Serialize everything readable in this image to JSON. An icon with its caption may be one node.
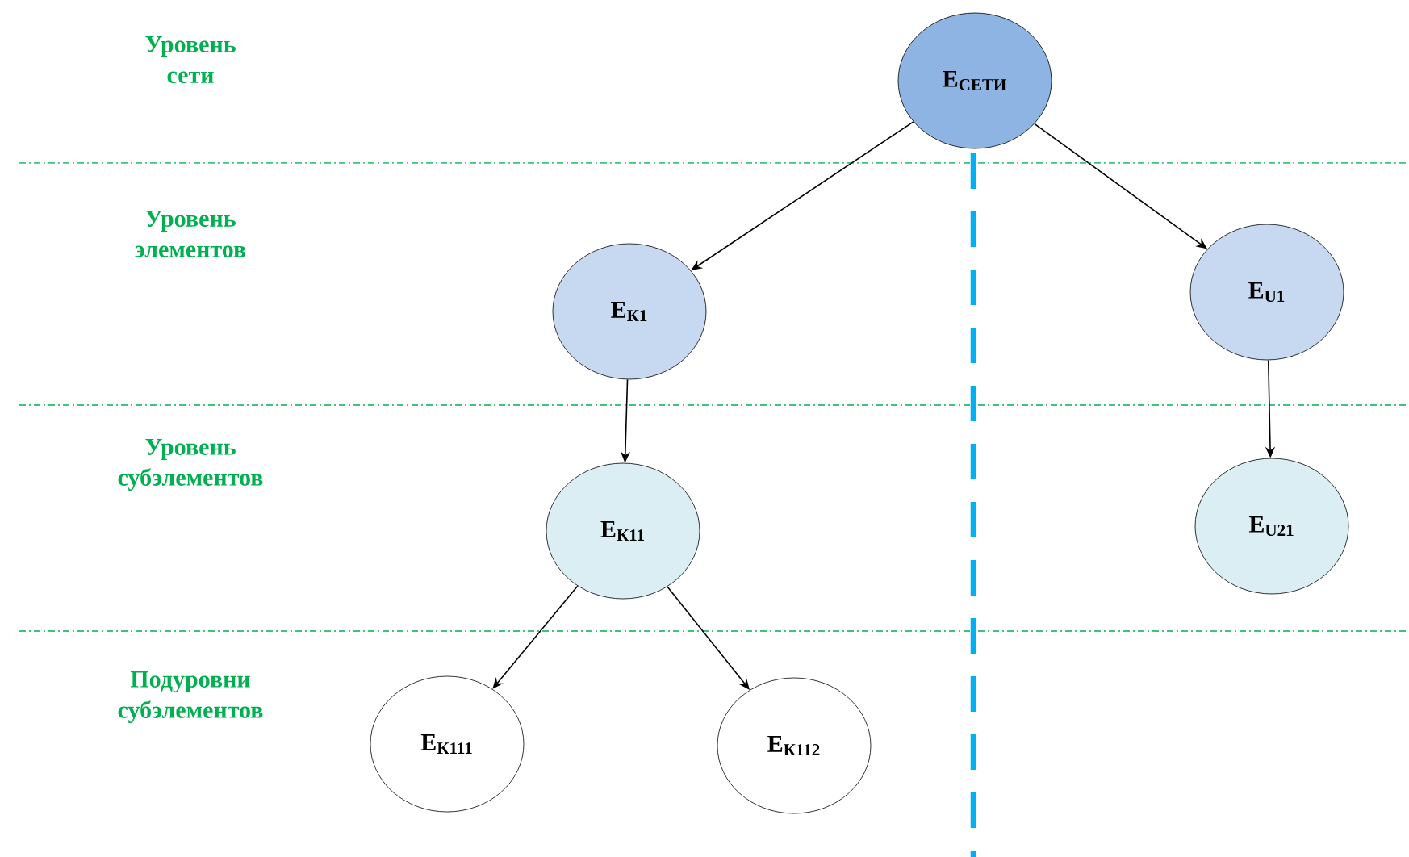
{
  "diagram": {
    "nodes": [
      {
        "text": [
          "E$_{СЕТИ}$"
        ]
      },
      {
        "text": [
          "E$_{К1}$"
        ]
      },
      {
        "text": [
          "E$_{U1}$"
        ]
      },
      {
        "text": [
          "E$_{К11}$"
        ]
      },
      {
        "text": [
          "E$_{U21}$"
        ]
      },
      {
        "text": [
          "E$_{К111}$"
        ]
      },
      {
        "text": [
          "E$_{К112}$"
        ]
      }
    ],
    "edges": [
      {
        "from": 0,
        "to": 1,
        "arrow": "to"
      },
      {
        "from": 0,
        "to": 2,
        "arrow": "to"
      },
      {
        "from": 1,
        "to": 3,
        "arrow": "to"
      },
      {
        "from": 2,
        "to": 4,
        "arrow": "to"
      },
      {
        "from": 3,
        "to": 5,
        "arrow": "to"
      },
      {
        "from": 3,
        "to": 6,
        "arrow": "to"
      }
    ],
    "labels": [
      "Уровень сети",
      "Уровень элементов",
      "Уровень субэлементов",
      "Подуровни субэлементов"
    ]
  }
}
